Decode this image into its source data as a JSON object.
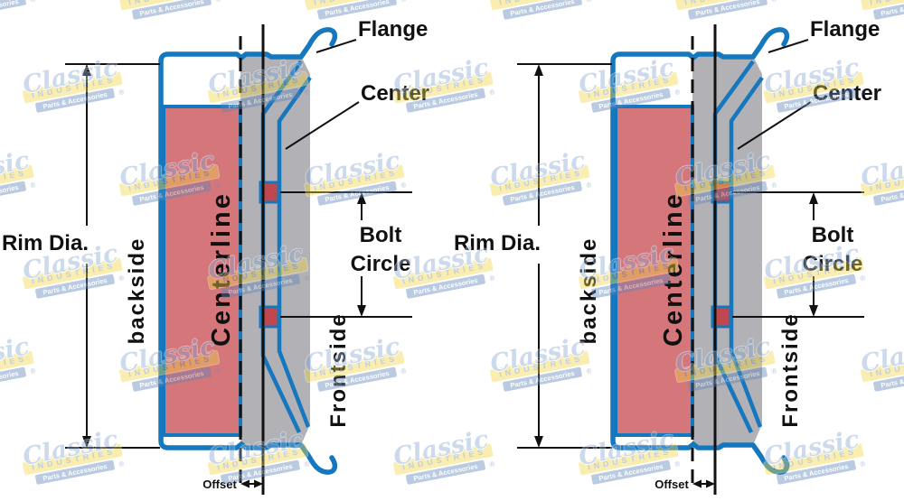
{
  "diagram": {
    "labels": {
      "flange": "Flange",
      "center": "Center",
      "rim_dia": "Rim Dia.",
      "backside": "backside",
      "centerline": "Centerline",
      "bolt_line1": "Bolt",
      "bolt_line2": "Circle",
      "frontside": "Frontside",
      "offset": "Offset"
    },
    "colors": {
      "rim_outline_blue": "#1577bd",
      "backspace_fill_red": "#d4767a",
      "interior_fill_gray": "#b2b1b5",
      "bolt_hole_fill_red": "#c0474d",
      "annotation_black": "#111111"
    }
  },
  "watermark": {
    "script": "Classic",
    "industries": "INDUSTRIES",
    "parts": "Parts & Accessories",
    "registered": "®",
    "colors": {
      "bar_yellow": "#f3d642",
      "bar_blue": "#5d85ba",
      "script_blue": "#87a9d2"
    }
  }
}
